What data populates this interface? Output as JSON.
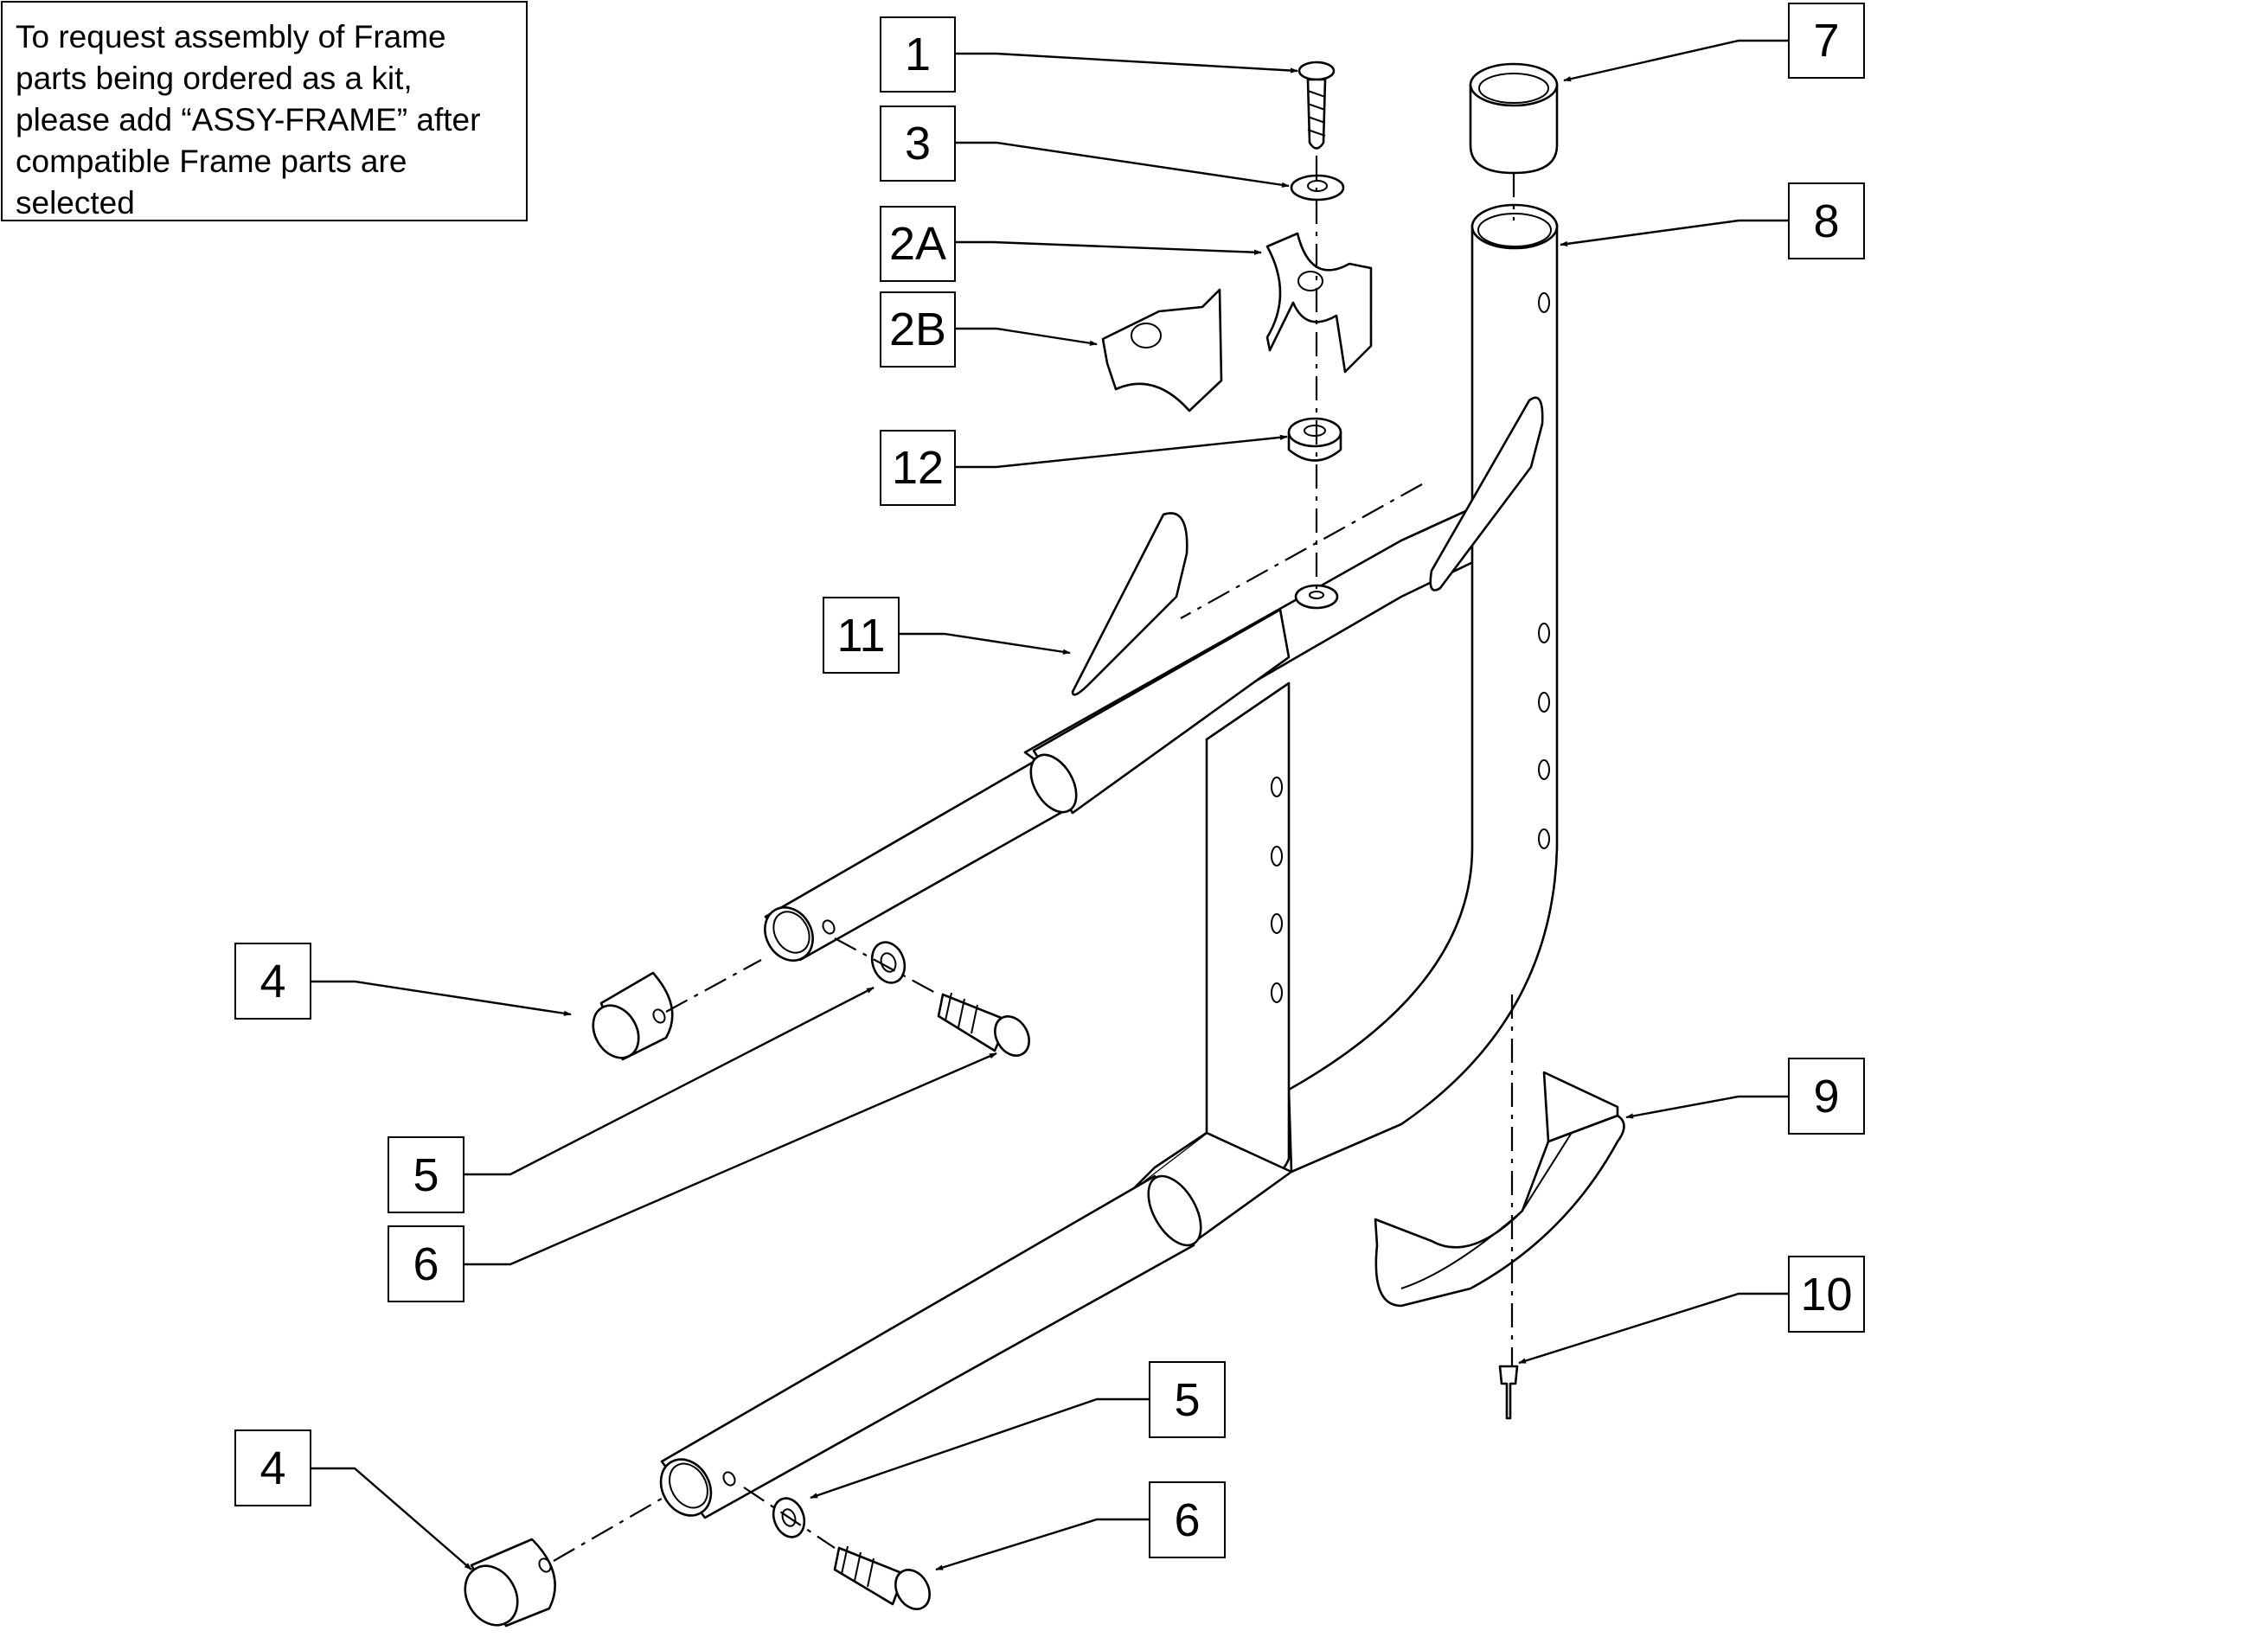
{
  "note": {
    "lines": [
      "To request assembly of Frame",
      "parts being ordered as a kit,",
      "please add “ASSY-FRAME” after",
      "compatible Frame parts are",
      "selected"
    ]
  },
  "callouts": {
    "c1": "1",
    "c3": "3",
    "c2a": "2A",
    "c2b": "2B",
    "c12": "12",
    "c11": "11",
    "c7": "7",
    "c8": "8",
    "c9": "9",
    "c10": "10",
    "c4_upper": "4",
    "c5_upper": "5",
    "c6_upper": "6",
    "c4_lower": "4",
    "c5_lower": "5",
    "c6_lower": "6"
  }
}
